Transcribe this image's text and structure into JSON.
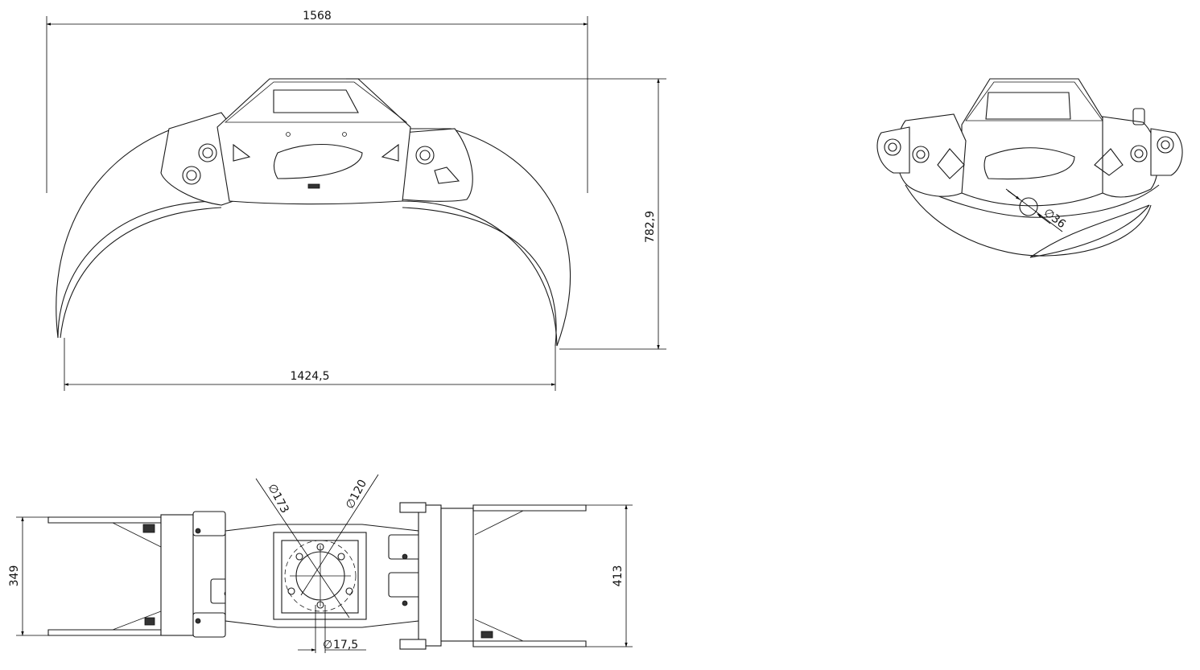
{
  "dimensions": {
    "overall_width": "1568",
    "height": "782,9",
    "inner_width": "1424,5",
    "pin_diameter": "36",
    "bolt_circle_outer": "173",
    "bolt_circle_inner": "120",
    "hole_diameter": "17,5",
    "closed_width": "349",
    "open_width": "413"
  },
  "symbols": {
    "diameter": "∅"
  }
}
